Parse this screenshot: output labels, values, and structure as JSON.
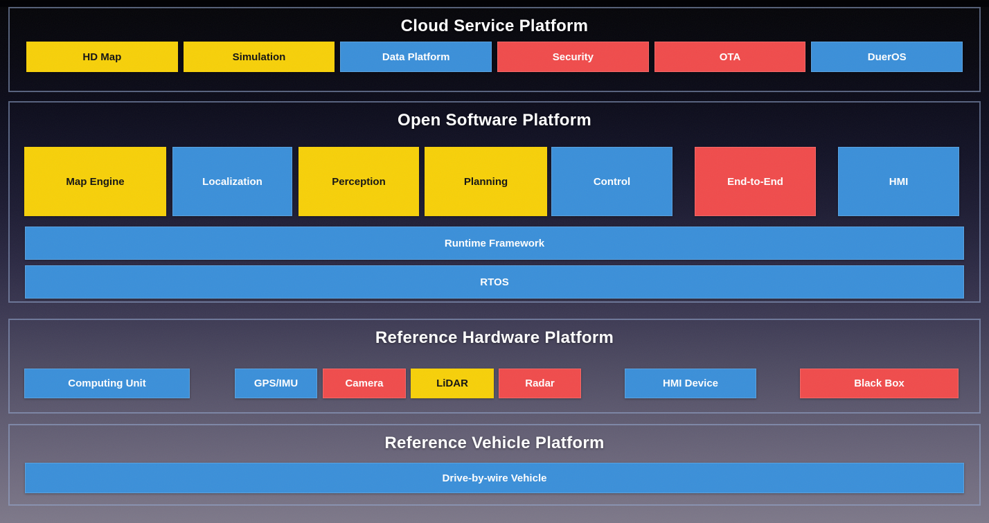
{
  "colors": {
    "yellow": "#f7d008",
    "blue": "#3a8fd9",
    "red": "#f04b4b",
    "panel_border": "#96aad2",
    "background_top": "#030306",
    "background_bottom": "#7d7889"
  },
  "sections": [
    {
      "title": "Cloud Service Platform",
      "boxes": [
        {
          "label": "HD Map",
          "color": "yellow"
        },
        {
          "label": "Simulation",
          "color": "yellow"
        },
        {
          "label": "Data Platform",
          "color": "blue"
        },
        {
          "label": "Security",
          "color": "red"
        },
        {
          "label": "OTA",
          "color": "red"
        },
        {
          "label": "DuerOS",
          "color": "blue"
        }
      ]
    },
    {
      "title": "Open Software Platform",
      "boxes": [
        {
          "label": "Map Engine",
          "color": "yellow"
        },
        {
          "label": "Localization",
          "color": "blue"
        },
        {
          "label": "Perception",
          "color": "yellow"
        },
        {
          "label": "Planning",
          "color": "yellow"
        },
        {
          "label": "Control",
          "color": "blue"
        },
        {
          "label": "End-to-End",
          "color": "red"
        },
        {
          "label": "HMI",
          "color": "blue"
        }
      ],
      "bars": [
        {
          "label": "Runtime Framework",
          "color": "blue"
        },
        {
          "label": "RTOS",
          "color": "blue"
        }
      ]
    },
    {
      "title": "Reference Hardware Platform",
      "boxes": [
        {
          "label": "Computing Unit",
          "color": "blue"
        },
        {
          "label": "GPS/IMU",
          "color": "blue"
        },
        {
          "label": "Camera",
          "color": "red"
        },
        {
          "label": "LiDAR",
          "color": "yellow"
        },
        {
          "label": "Radar",
          "color": "red"
        },
        {
          "label": "HMI Device",
          "color": "blue"
        },
        {
          "label": "Black Box",
          "color": "red"
        }
      ]
    },
    {
      "title": "Reference Vehicle Platform",
      "bars": [
        {
          "label": "Drive-by-wire Vehicle",
          "color": "blue"
        }
      ]
    }
  ]
}
